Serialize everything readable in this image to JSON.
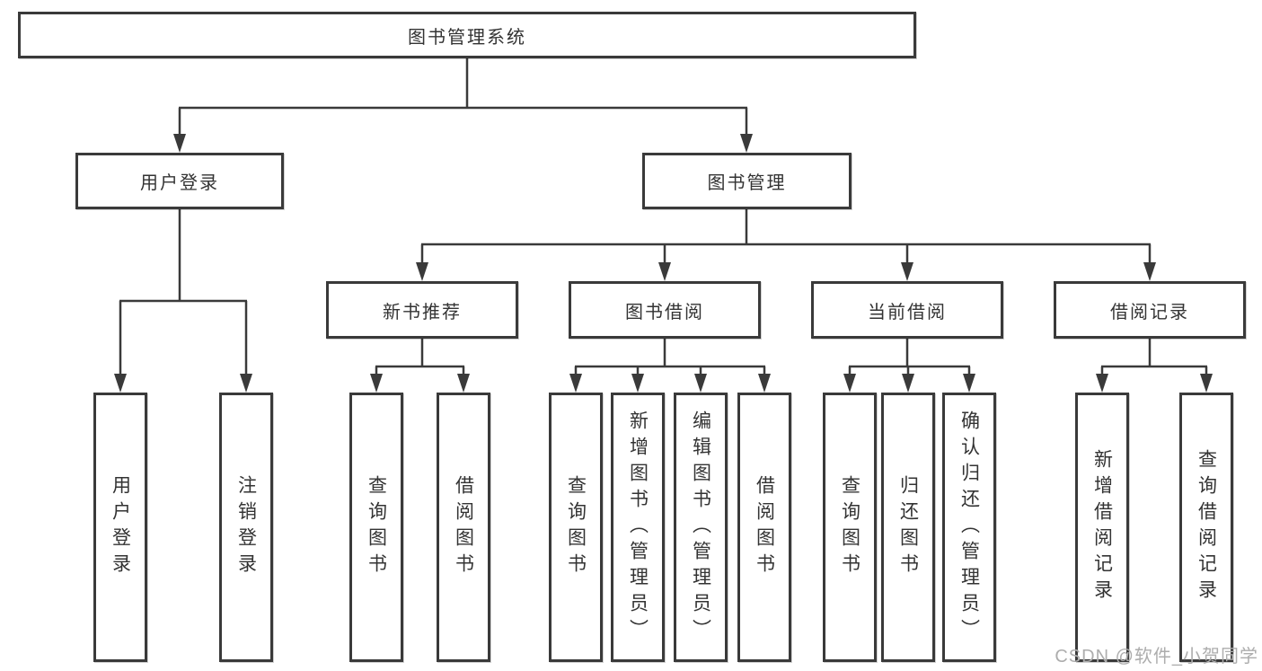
{
  "tree": {
    "label": "图书管理系统",
    "children": [
      {
        "label": "用户登录",
        "children": [
          {
            "label": "用户登录"
          },
          {
            "label": "注销登录"
          }
        ]
      },
      {
        "label": "图书管理",
        "children": [
          {
            "label": "新书推荐",
            "children": [
              {
                "label": "查询图书"
              },
              {
                "label": "借阅图书"
              }
            ]
          },
          {
            "label": "图书借阅",
            "children": [
              {
                "label": "查询图书"
              },
              {
                "label": "新增图书（管理员）"
              },
              {
                "label": "编辑图书（管理员）"
              },
              {
                "label": "借阅图书"
              }
            ]
          },
          {
            "label": "当前借阅",
            "children": [
              {
                "label": "查询图书"
              },
              {
                "label": "归还图书"
              },
              {
                "label": "确认归还（管理员）"
              }
            ]
          },
          {
            "label": "借阅记录",
            "children": [
              {
                "label": "新增借阅记录"
              },
              {
                "label": "查询借阅记录"
              }
            ]
          }
        ]
      }
    ]
  },
  "watermark": {
    "text": "CSDN @软件_小贺同学"
  },
  "colors": {
    "line": "#3a3a3a",
    "box_border": "#3a3a3a",
    "box_fill": "#ffffff",
    "text": "#333333",
    "watermark": "#adadad"
  }
}
